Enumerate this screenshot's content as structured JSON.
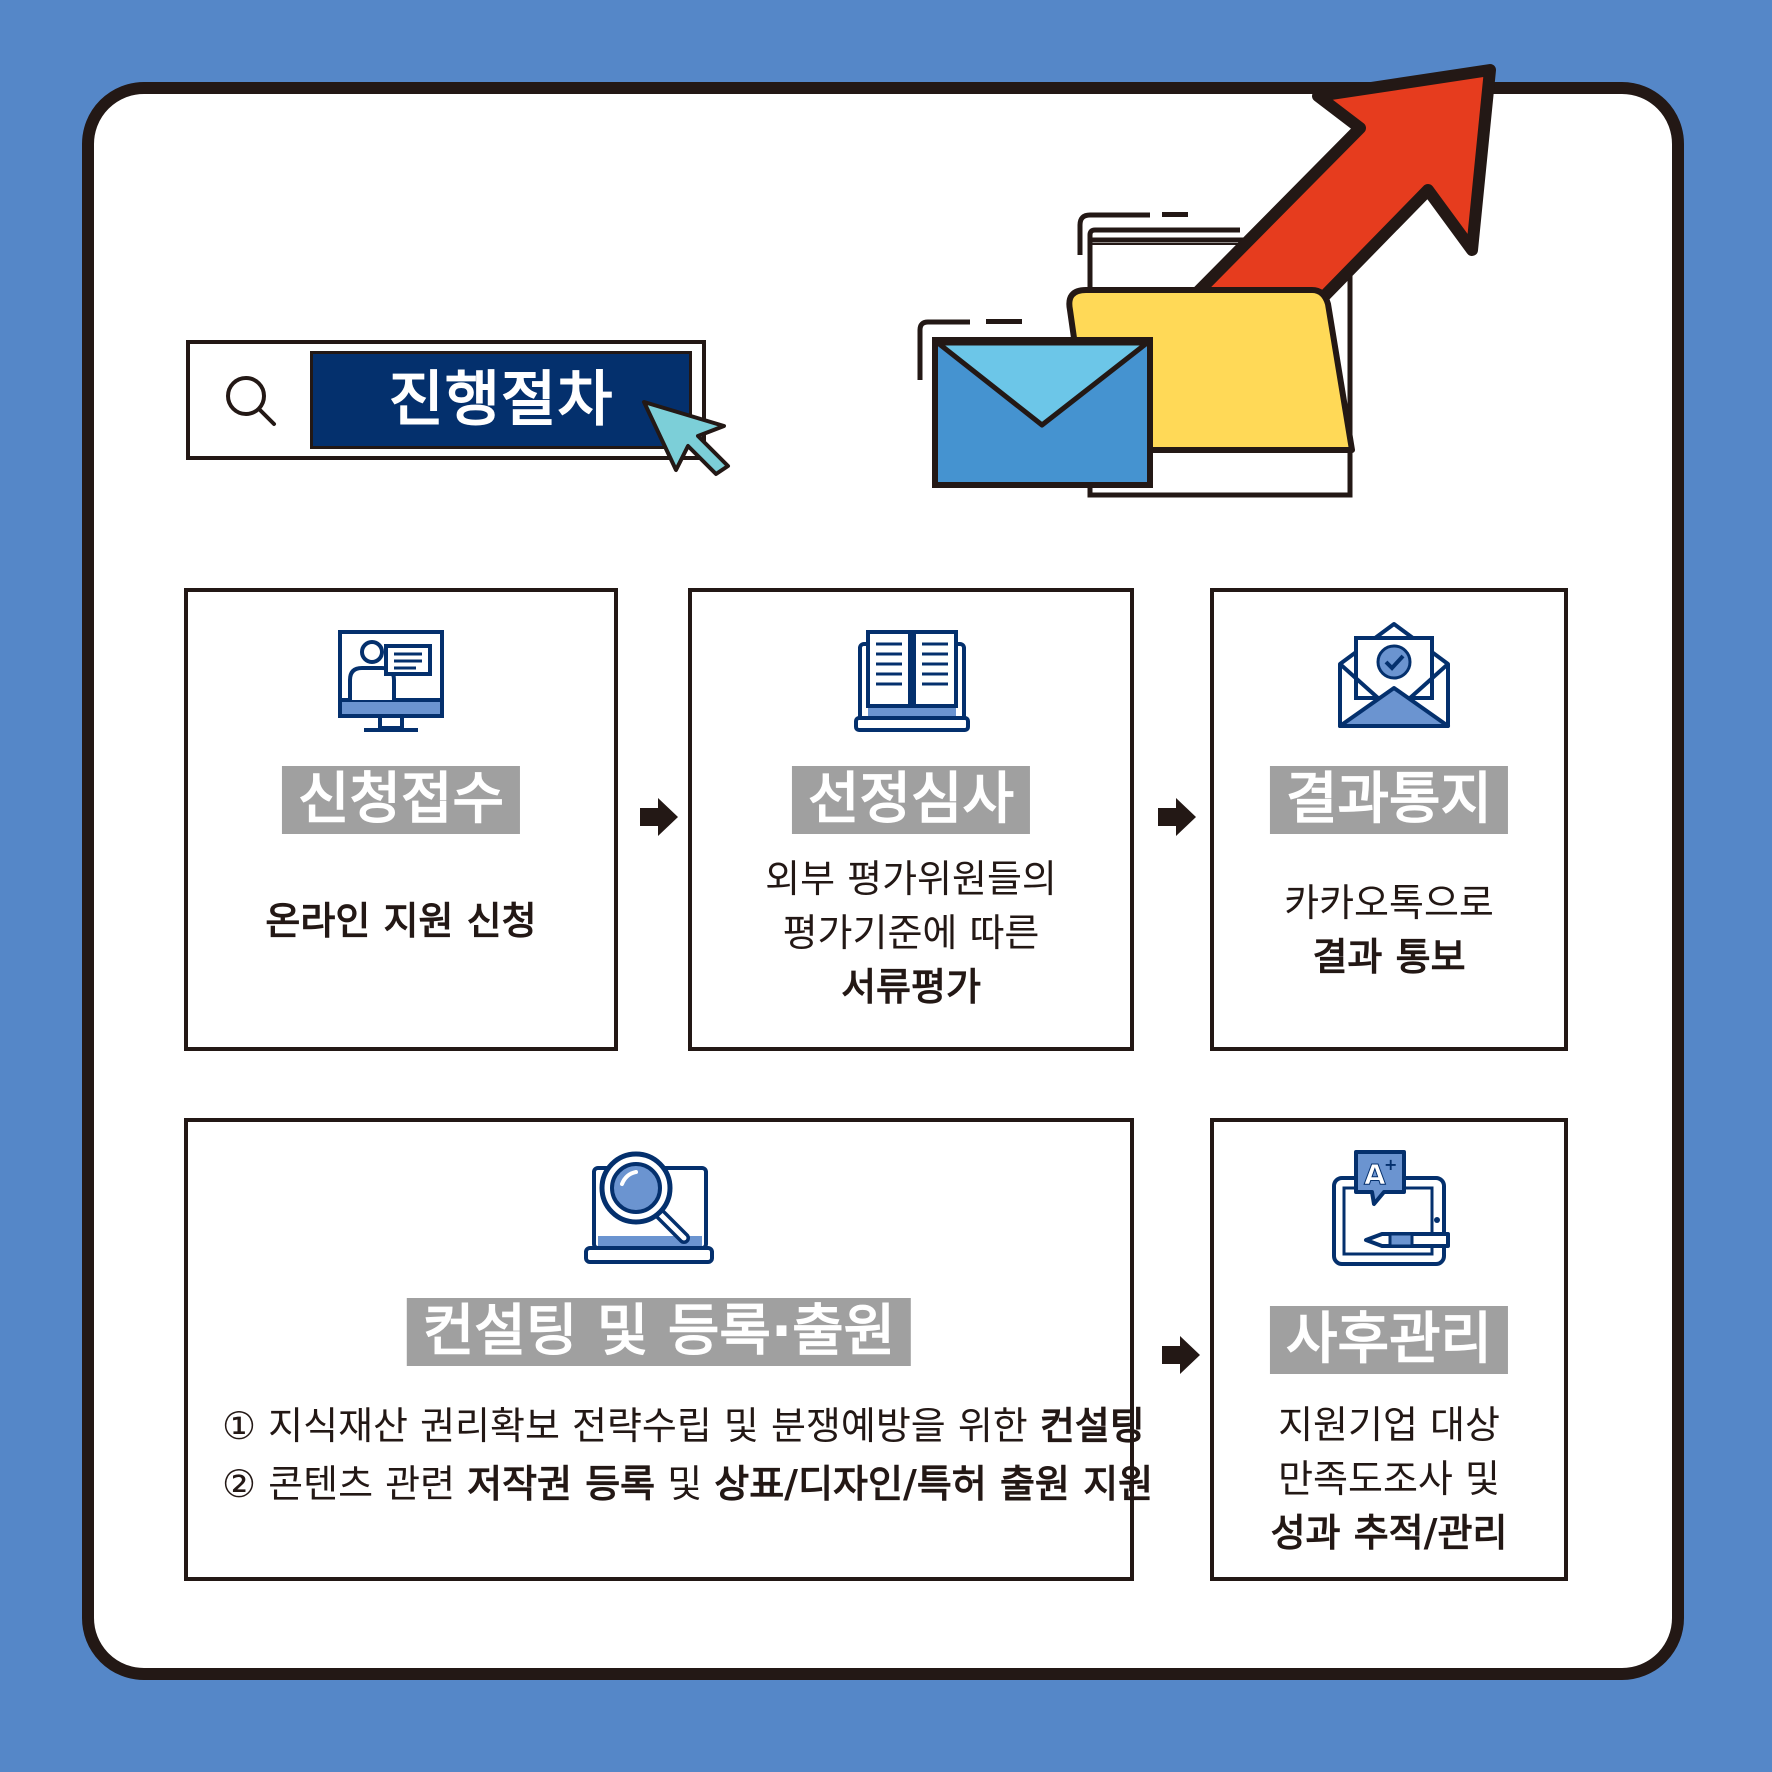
{
  "title": "진행절차",
  "colors": {
    "background": "#5587c8",
    "navy": "#04306d",
    "label_gray": "#a0a0a0",
    "arrow_red": "#e63c1e",
    "folder_yellow": "#ffd957",
    "envelope_blue": "#4593d0",
    "envelope_light": "#6cc6e8",
    "icon_blue": "#6b94d0"
  },
  "icons": {
    "search": "magnifier-icon",
    "cursor": "cursor-arrow-icon",
    "hero": "envelope-folder-growth-icon"
  },
  "steps": [
    {
      "label": "신청접수",
      "icon": "monitor-person-icon",
      "lines": [
        {
          "text": "온라인 지원 신청",
          "bold": true
        }
      ]
    },
    {
      "label": "선정심사",
      "icon": "open-book-icon",
      "lines": [
        {
          "text": "외부 평가위원들의",
          "bold": false
        },
        {
          "text": "평가기준에 따른",
          "bold": false
        },
        {
          "text": "서류평가",
          "bold": true
        }
      ]
    },
    {
      "label": "결과통지",
      "icon": "mail-check-icon",
      "lines": [
        {
          "text": "카카오톡으로",
          "bold": false
        },
        {
          "text": "결과 통보",
          "bold": true
        }
      ]
    }
  ],
  "consulting": {
    "label": "컨설팅 및 등록·출원",
    "icon": "laptop-magnifier-icon",
    "item1": {
      "prefix": "① 지식재산 권리확보 전략수립 및 분쟁예방을 위한 ",
      "bold": "컨설팅"
    },
    "item2": {
      "p1": "② 콘텐츠 관련 ",
      "b1": "저작권 등록",
      "p2": " 및 ",
      "b2": "상표/디자인/특허 출원 지원"
    }
  },
  "aftercare": {
    "label": "사후관리",
    "icon": "tablet-grade-icon",
    "line1": "지원기업 대상",
    "line2": "만족도조사 및",
    "line3": "성과 추적/관리"
  }
}
